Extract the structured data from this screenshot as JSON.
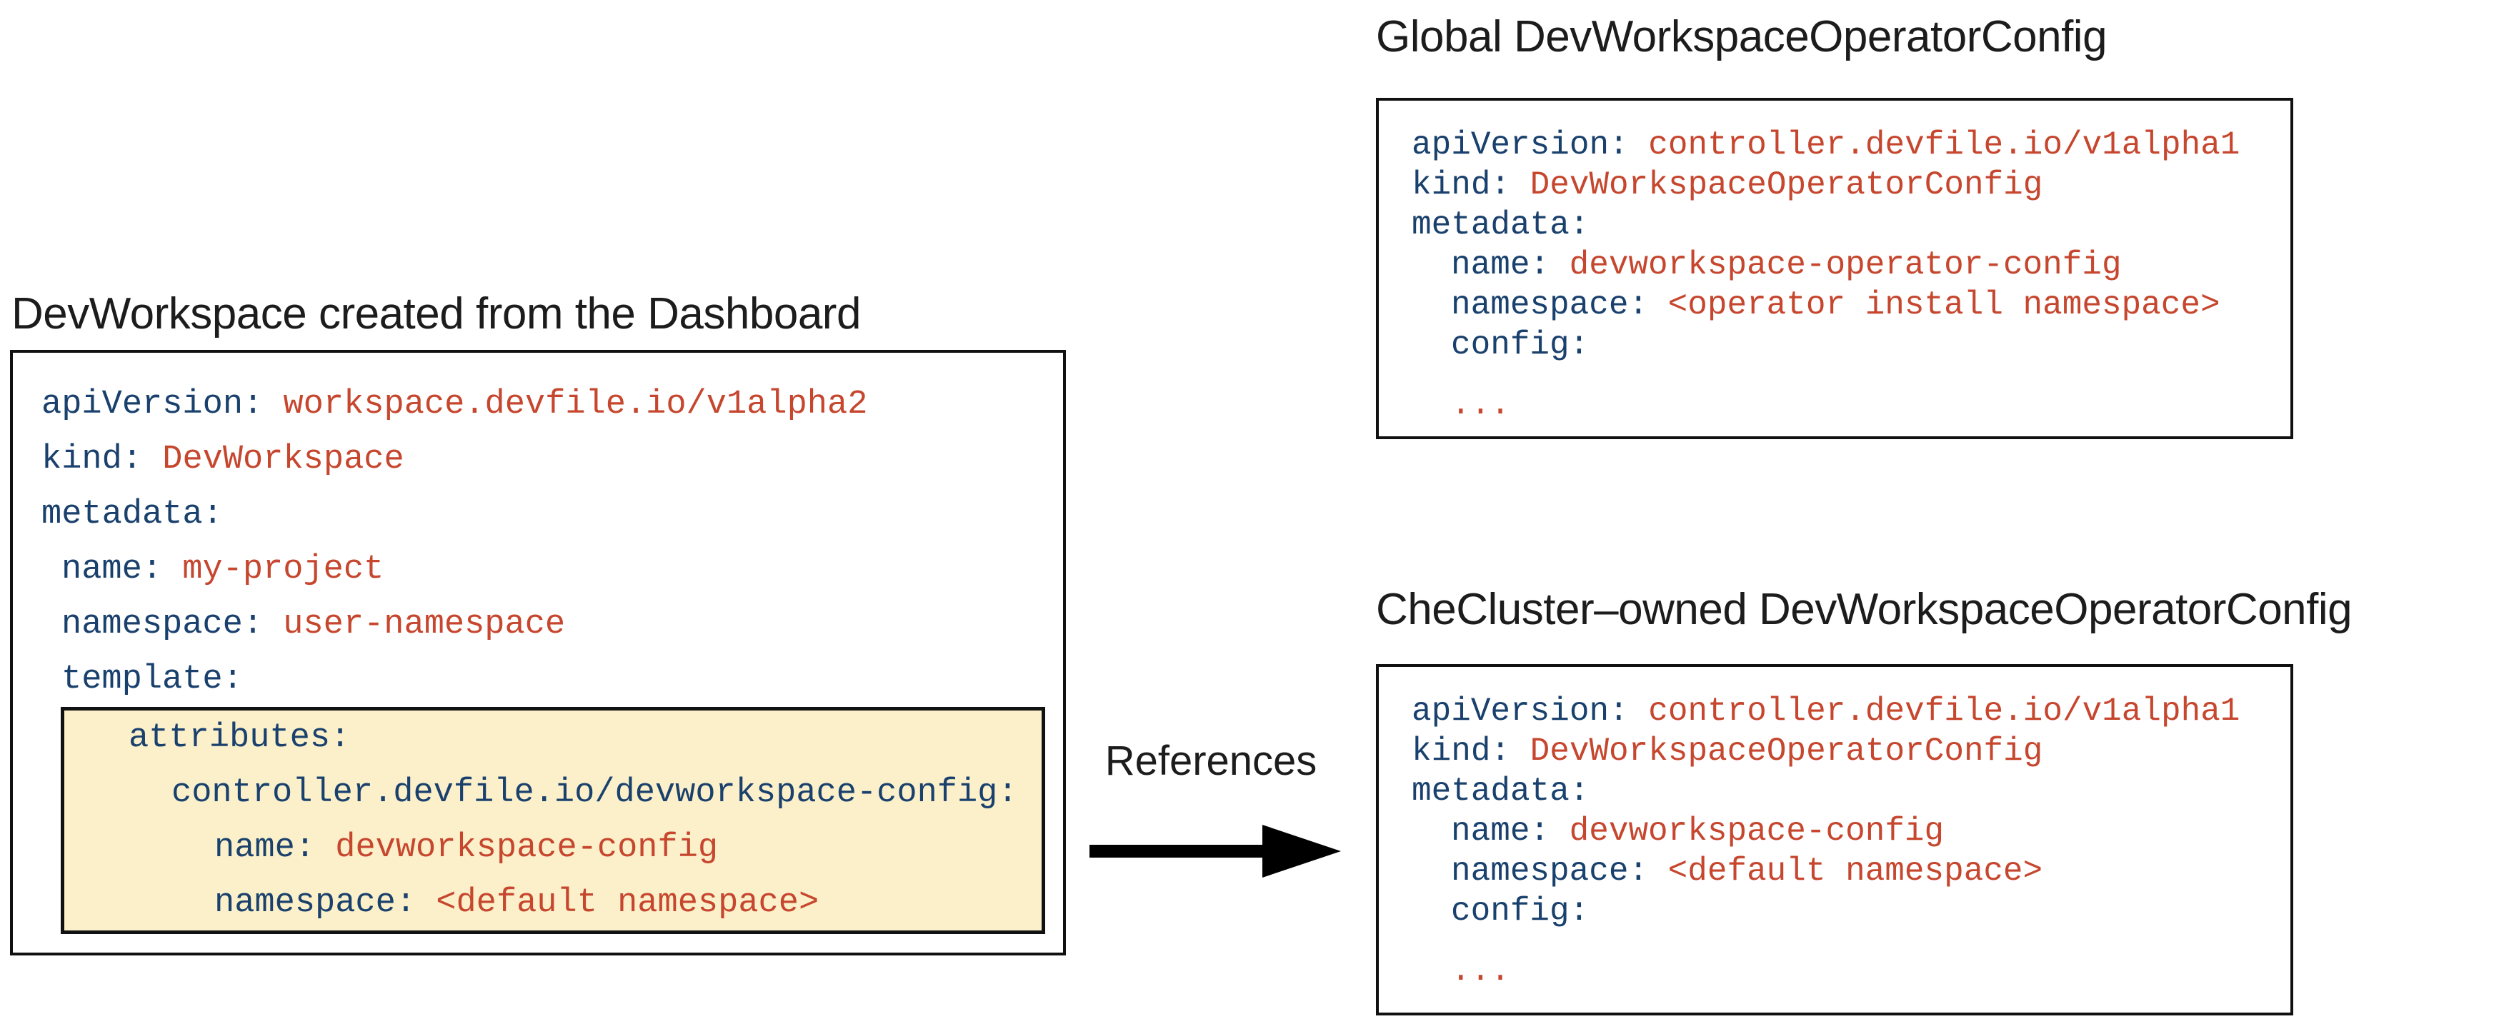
{
  "colors": {
    "yaml_key": "#1a416d",
    "yaml_value": "#c6462e",
    "highlight_bg": "#fbf0ca",
    "box_border": "#111111",
    "title_text": "#1c1c1c",
    "arrow": "#000000"
  },
  "left_panel": {
    "title": "DevWorkspace created from the Dashboard",
    "yaml": [
      {
        "k": "apiVersion: ",
        "v": "workspace.devfile.io/v1alpha2"
      },
      {
        "k": "kind: ",
        "v": "DevWorkspace"
      },
      {
        "k": "metadata:"
      },
      {
        "k": "name: ",
        "v": "my-project"
      },
      {
        "k": "namespace: ",
        "v": "user-namespace"
      },
      {
        "k": "template:"
      }
    ],
    "highlight": {
      "yaml": [
        {
          "k": "attributes:"
        },
        {
          "k": "controller.devfile.io/devworkspace-config:"
        },
        {
          "k": "name: ",
          "v": "devworkspace-config"
        },
        {
          "k": "namespace: ",
          "v": "<default namespace>"
        }
      ]
    }
  },
  "connector": {
    "label": "References"
  },
  "global_config": {
    "title": "Global DevWorkspaceOperatorConfig",
    "yaml": [
      {
        "k": "apiVersion: ",
        "v": "controller.devfile.io/v1alpha1"
      },
      {
        "k": "kind: ",
        "v": "DevWorkspaceOperatorConfig"
      },
      {
        "k": "metadata:"
      },
      {
        "k": "name: ",
        "v": "devworkspace-operator-config"
      },
      {
        "k": "namespace: ",
        "v": "<operator install namespace>"
      },
      {
        "k": "config:"
      },
      {
        "v": "..."
      }
    ]
  },
  "checluster_config": {
    "title": "CheCluster–owned DevWorkspaceOperatorConfig",
    "yaml": [
      {
        "k": "apiVersion: ",
        "v": "controller.devfile.io/v1alpha1"
      },
      {
        "k": "kind: ",
        "v": "DevWorkspaceOperatorConfig"
      },
      {
        "k": "metadata:"
      },
      {
        "k": "name: ",
        "v": "devworkspace-config"
      },
      {
        "k": "namespace: ",
        "v": "<default namespace>"
      },
      {
        "k": "config:"
      },
      {
        "v": "..."
      }
    ]
  }
}
